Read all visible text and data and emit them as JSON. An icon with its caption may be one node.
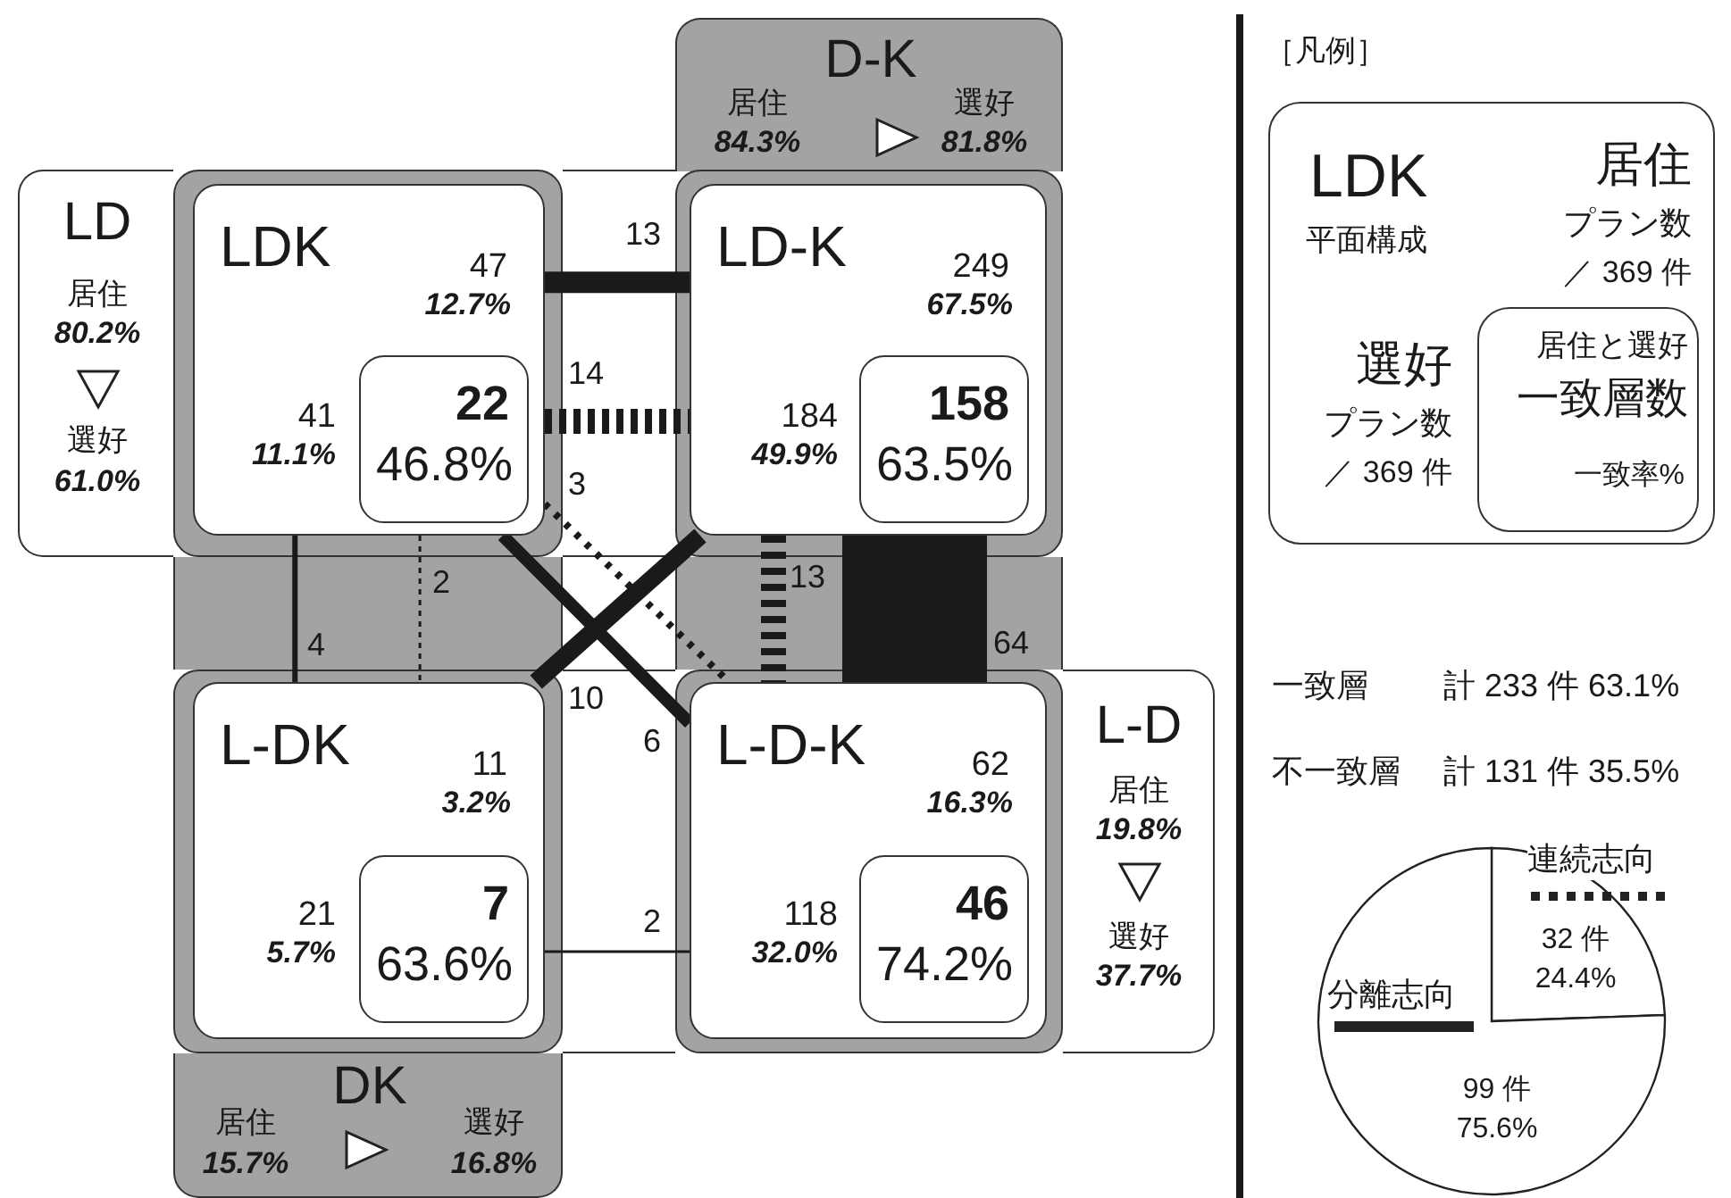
{
  "diagram": {
    "nodes": [
      {
        "text": [
          "D-K",
          "居住",
          "84.3%",
          "選好",
          "81.8%"
        ]
      },
      {
        "text": [
          "LD",
          "居住",
          "80.2%",
          "選好",
          "61.0%"
        ]
      },
      {
        "text": [
          "L-D",
          "居住",
          "19.8%",
          "選好",
          "37.7%"
        ]
      },
      {
        "text": [
          "DK",
          "居住",
          "15.7%",
          "選好",
          "16.8%"
        ]
      },
      {
        "text": [
          "LDK",
          "47",
          "12.7%",
          "41",
          "11.1%"
        ]
      },
      {
        "text": [
          "22",
          "46.8%"
        ],
        "in": 4
      },
      {
        "text": [
          "LD-K",
          "249",
          "67.5%",
          "184",
          "49.9%"
        ]
      },
      {
        "text": [
          "158",
          "63.5%"
        ],
        "in": 6
      },
      {
        "text": [
          "L-DK",
          "11",
          "3.2%",
          "21",
          "5.7%"
        ]
      },
      {
        "text": [
          "7",
          "63.6%"
        ],
        "in": 8
      },
      {
        "text": [
          "L-D-K",
          "62",
          "16.3%",
          "118",
          "32.0%"
        ]
      },
      {
        "text": [
          "46",
          "74.2%"
        ],
        "in": 10
      },
      {
        "text": [
          "LDK",
          "平面構成",
          "居住",
          "プラン数",
          "／ 369 件",
          "選好",
          "プラン数",
          "／ 369 件"
        ]
      },
      {
        "text": [
          "居住と選好",
          "一致層数",
          "一致率%"
        ],
        "in": 12
      }
    ],
    "edges": [
      {
        "from": 4,
        "to": 6,
        "arrow": "none",
        "label": "13"
      },
      {
        "from": 4,
        "to": 6,
        "arrow": "none",
        "label": "14",
        "style": "dashed"
      },
      {
        "from": 4,
        "to": 10,
        "arrow": "none",
        "label": "3",
        "style": "dashed"
      },
      {
        "from": 4,
        "to": 10,
        "arrow": "none",
        "label": "6"
      },
      {
        "from": 6,
        "to": 8,
        "arrow": "none",
        "label": "10"
      },
      {
        "from": 4,
        "to": 8,
        "arrow": "none",
        "label": "4"
      },
      {
        "from": 4,
        "to": 8,
        "arrow": "none",
        "label": "2",
        "style": "dashed"
      },
      {
        "from": 6,
        "to": 10,
        "arrow": "none",
        "label": "13",
        "style": "dashed"
      },
      {
        "from": 6,
        "to": 10,
        "arrow": "none",
        "label": "64",
        "style": "thick"
      },
      {
        "from": 8,
        "to": 10,
        "arrow": "none",
        "label": "2"
      }
    ],
    "labels": [
      "［凡例］",
      "一致層",
      "計 233 件 63.1%",
      "不一致層",
      "計 131 件 35.5%"
    ],
    "chart_data": {
      "type": "pie",
      "categories": [
        "連続志向",
        "分離志向"
      ],
      "values": [
        32,
        99
      ],
      "value_labels": [
        "32 件 24.4%",
        "99 件 75.6%"
      ]
    }
  }
}
